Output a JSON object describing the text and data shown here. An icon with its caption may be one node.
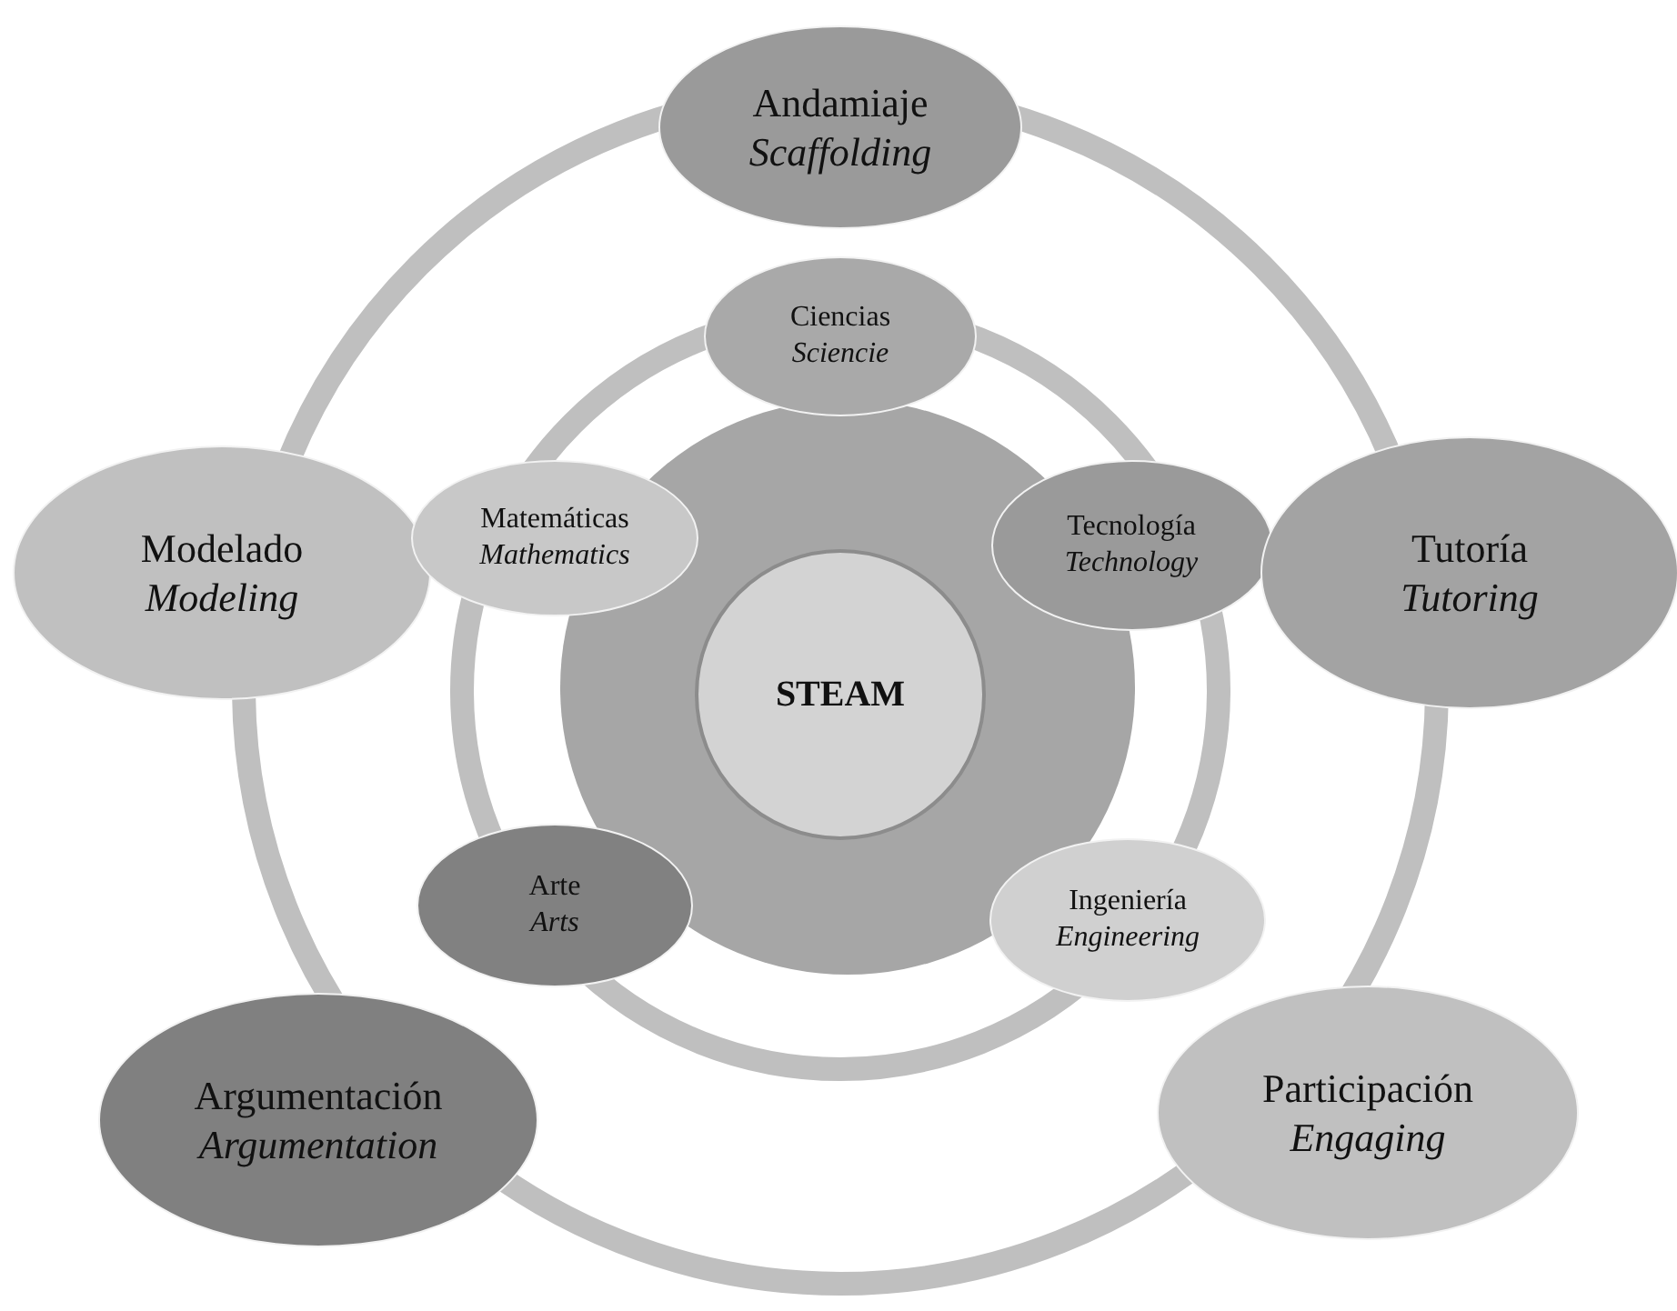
{
  "diagram": {
    "nodes": [
      {
        "text": [
          "Andamiaje",
          "Scaffolding"
        ]
      },
      {
        "text": [
          "Ciencias",
          "Sciencie"
        ]
      },
      {
        "text": [
          "Modelado",
          "Modeling"
        ]
      },
      {
        "text": [
          "Matemáticas",
          "Mathematics"
        ]
      },
      {
        "text": [
          "STEAM"
        ]
      },
      {
        "text": [
          "Tecnología",
          "Technology"
        ]
      },
      {
        "text": [
          "Tutoría",
          "Tutoring"
        ]
      },
      {
        "text": [
          "Arte",
          "Arts"
        ]
      },
      {
        "text": [
          "Ingeniería",
          "Engineering"
        ]
      },
      {
        "text": [
          "Argumentación",
          "Argumentation"
        ]
      },
      {
        "text": [
          "Participación",
          "Engaging"
        ]
      }
    ]
  }
}
